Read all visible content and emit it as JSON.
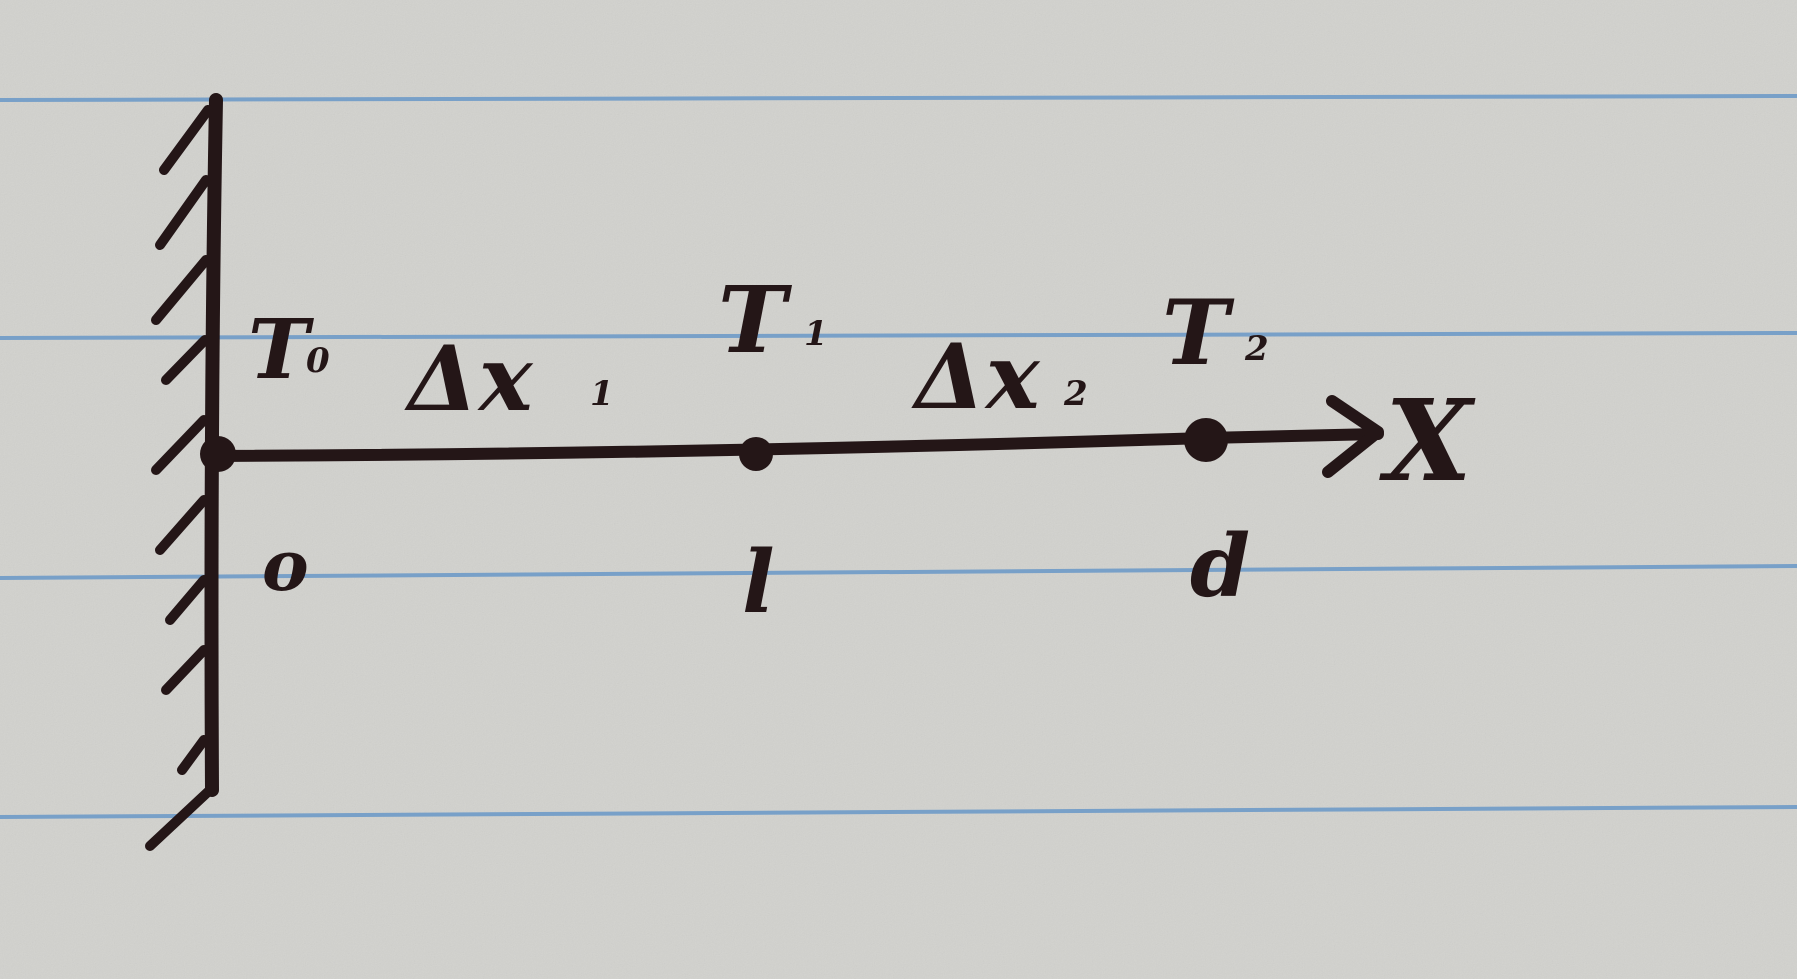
{
  "diagram": {
    "start_node": {
      "label": "T",
      "subscript": "0",
      "position_label": "o"
    },
    "middle_node": {
      "label": "T",
      "subscript": "1",
      "position_label": "l"
    },
    "end_node": {
      "label": "T",
      "subscript": "2",
      "position_label": "d"
    },
    "segment_1": "Δx",
    "segment_1_subscript": "1",
    "segment_2": "Δx",
    "segment_2_subscript": "2",
    "axis_label": "X"
  }
}
